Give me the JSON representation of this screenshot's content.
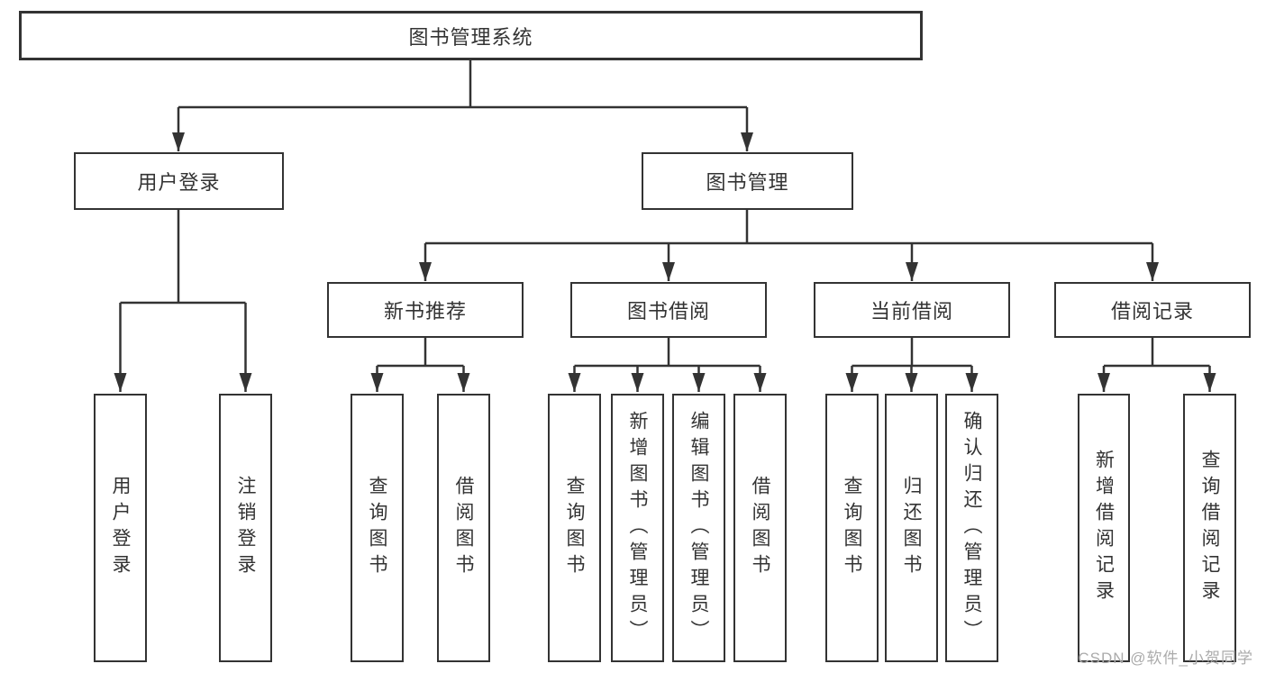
{
  "diagram": {
    "watermark": "CSDN @软件_小贺同学",
    "colors": {
      "line": "#333333",
      "text": "#333333",
      "box_background": "#ffffff",
      "watermark_gray": "#ababab"
    },
    "tree": {
      "label": "图书管理系统",
      "children": [
        {
          "label": "用户登录",
          "children": [
            {
              "label": "用户登录"
            },
            {
              "label": "注销登录"
            }
          ]
        },
        {
          "label": "图书管理",
          "children": [
            {
              "label": "新书推荐",
              "children": [
                {
                  "label": "查询图书"
                },
                {
                  "label": "借阅图书"
                }
              ]
            },
            {
              "label": "图书借阅",
              "children": [
                {
                  "label": "查询图书"
                },
                {
                  "label": "新增图书（管理员）"
                },
                {
                  "label": "编辑图书（管理员）"
                },
                {
                  "label": "借阅图书"
                }
              ]
            },
            {
              "label": "当前借阅",
              "children": [
                {
                  "label": "查询图书"
                },
                {
                  "label": "归还图书"
                },
                {
                  "label": "确认归还（管理员）"
                }
              ]
            },
            {
              "label": "借阅记录",
              "children": [
                {
                  "label": "新增借阅记录"
                },
                {
                  "label": "查询借阅记录"
                }
              ]
            }
          ]
        }
      ]
    }
  }
}
